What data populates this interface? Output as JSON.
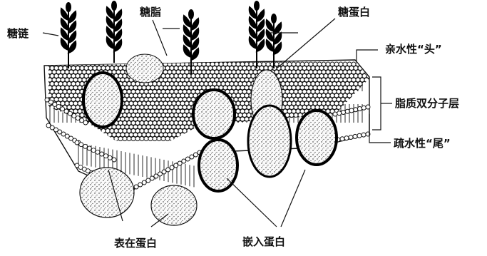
{
  "diagram": {
    "labels": {
      "sugar_chain": "糖链",
      "glycolipid": "糖脂",
      "glycoprotein": "糖蛋白",
      "hydrophilic_head": "亲水性“头”",
      "lipid_bilayer": "脂质双分子层",
      "hydrophobic_tail": "疏水性“尾”",
      "peripheral_protein": "表在蛋白",
      "integral_protein": "嵌入蛋白"
    }
  }
}
